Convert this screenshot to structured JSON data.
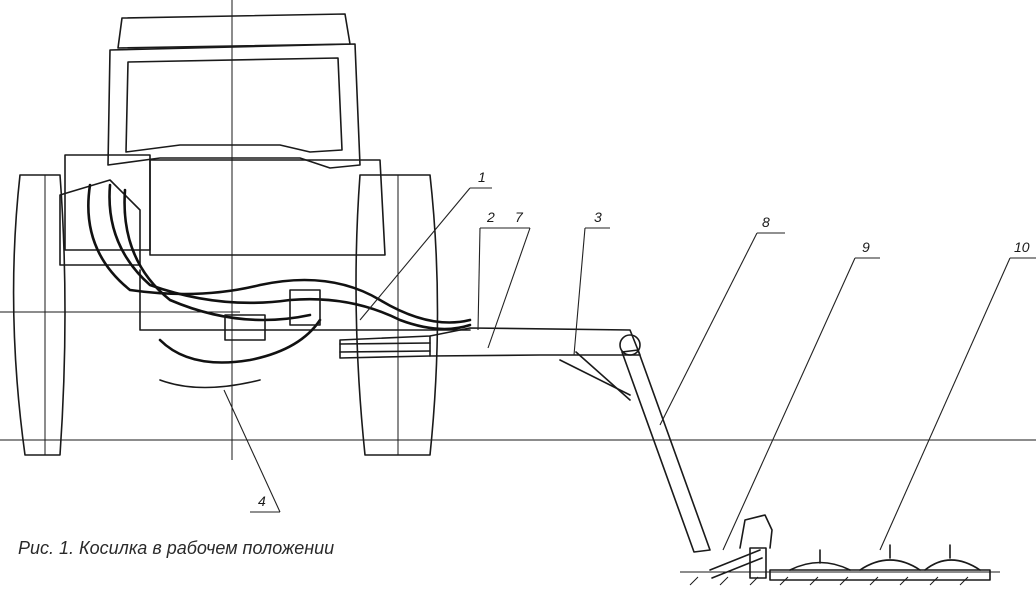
{
  "caption": "Рис. 1. Косилка в рабочем положении",
  "callouts": [
    {
      "id": "c1",
      "label": "1"
    },
    {
      "id": "c2",
      "label": "2"
    },
    {
      "id": "c3",
      "label": "3"
    },
    {
      "id": "c4",
      "label": "4"
    },
    {
      "id": "c7",
      "label": "7"
    },
    {
      "id": "c8",
      "label": "8"
    },
    {
      "id": "c9",
      "label": "9"
    },
    {
      "id": "c10",
      "label": "10"
    }
  ]
}
